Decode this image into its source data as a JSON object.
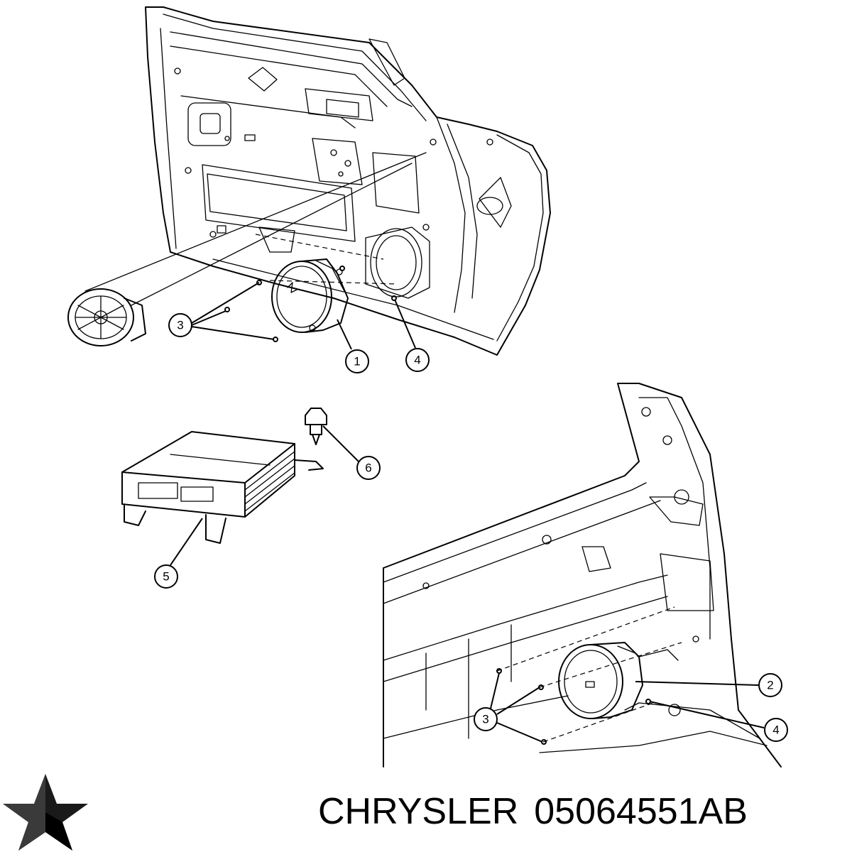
{
  "callouts": {
    "c1": "1",
    "c2": "2",
    "c3a": "3",
    "c3b": "3",
    "c4a": "4",
    "c4b": "4",
    "c5": "5",
    "c6": "6"
  },
  "caption": {
    "brand": "CHRYSLER",
    "part_number": "05064551AB"
  },
  "logo": {
    "icon": "pentastar-logo-icon"
  },
  "colors": {
    "line": "#000000",
    "background": "#ffffff"
  }
}
